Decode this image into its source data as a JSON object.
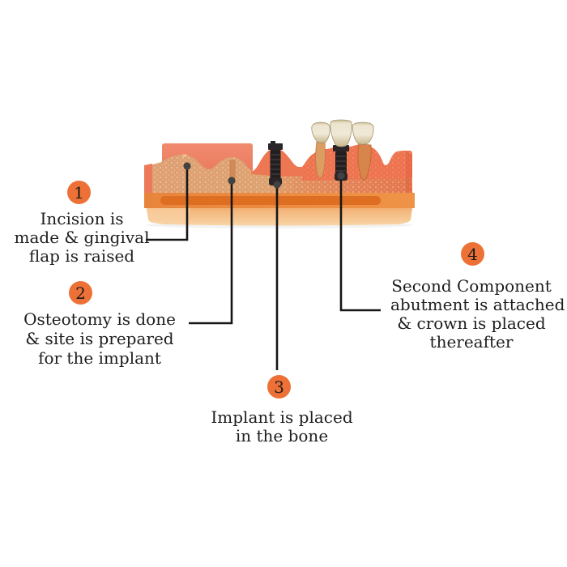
{
  "background": "#ffffff",
  "accent_color": "#ed7136",
  "text_color": "#1d1d1d",
  "connector_line_color": "#161616",
  "marker_dot_color": "#424242",
  "steps": [
    {
      "number": "1",
      "lines": [
        "Incision is",
        "made & gingival",
        "flap is raised"
      ]
    },
    {
      "number": "2",
      "lines": [
        "Osteotomy is done",
        "& site is prepared",
        "for the implant"
      ]
    },
    {
      "number": "3",
      "lines": [
        "Implant is placed",
        "in the bone"
      ]
    },
    {
      "number": "4",
      "lines": [
        "Second Component",
        "abutment is attached",
        "& crown is placed",
        "thereafter"
      ]
    }
  ],
  "illustration": {
    "parts": [
      "gingival-flap",
      "bone-ridge",
      "osteotomy-site",
      "implant",
      "implant-abutment",
      "teeth",
      "jaw-base"
    ]
  }
}
